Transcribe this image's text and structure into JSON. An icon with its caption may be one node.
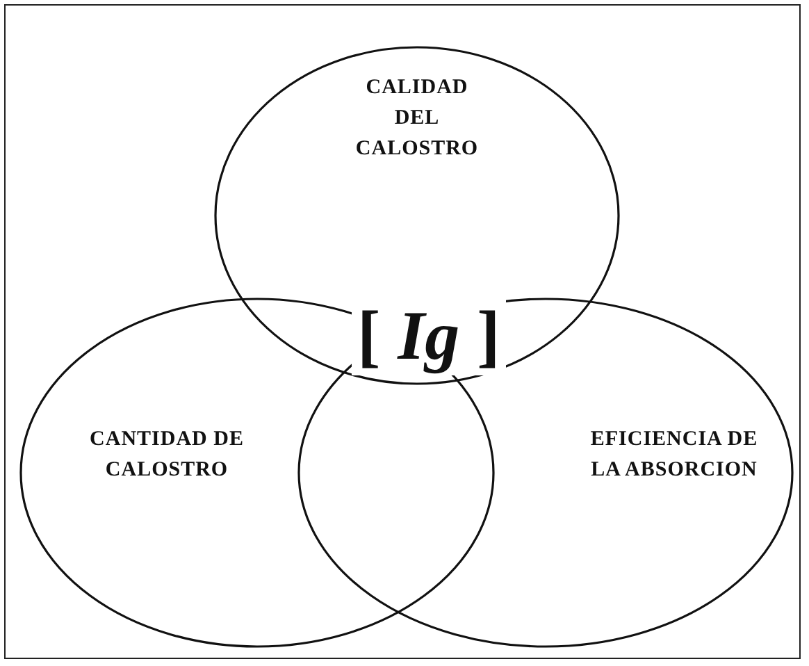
{
  "diagram": {
    "nodes": [
      {
        "text": [
          "CALIDAD DEL CALOSTRO"
        ]
      },
      {
        "text": [
          "CANTIDAD DE CALOSTRO"
        ]
      },
      {
        "text": [
          "EFICIENCIA DE LA ABSORCION"
        ]
      }
    ],
    "labels": [
      "[ *Ig* ]"
    ]
  }
}
